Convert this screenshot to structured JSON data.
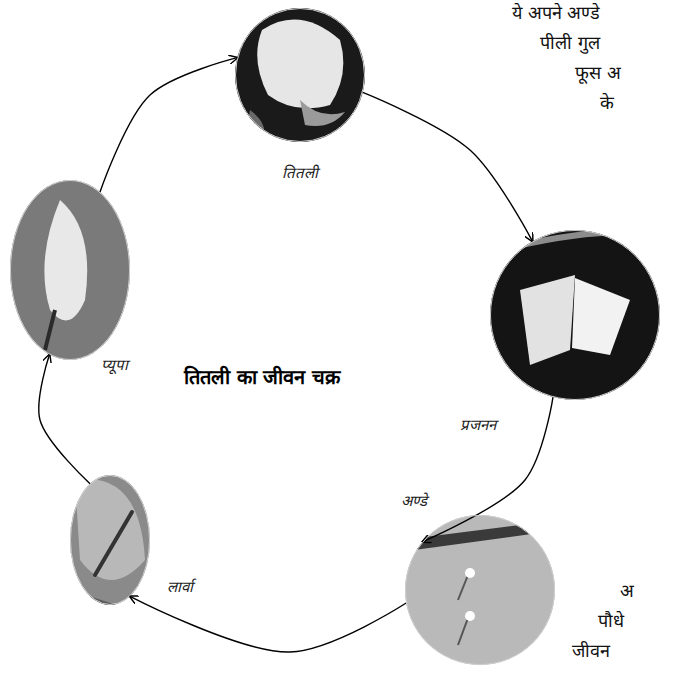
{
  "diagram": {
    "title": "तितली का जीवन चक्र",
    "nodes": [
      {
        "text": [
          "तितली"
        ]
      },
      {
        "text": [
          "प्रजनन"
        ]
      },
      {
        "text": [
          "अण्डे"
        ]
      },
      {
        "text": [
          "लार्वा"
        ]
      },
      {
        "text": [
          "प्यूपा"
        ]
      }
    ],
    "edges": [
      {
        "from": 0,
        "to": 1,
        "arrow": "to"
      },
      {
        "from": 1,
        "to": 2,
        "arrow": "to"
      },
      {
        "from": 2,
        "to": 3,
        "arrow": "to"
      },
      {
        "from": 3,
        "to": 4,
        "arrow": "to"
      },
      {
        "from": 4,
        "to": 0,
        "arrow": "to"
      }
    ],
    "labels": [
      "ये अपने अण्डे",
      "पीली गुल",
      "फूस अ",
      "के",
      "अ",
      "पौधे",
      "जीवन"
    ]
  }
}
